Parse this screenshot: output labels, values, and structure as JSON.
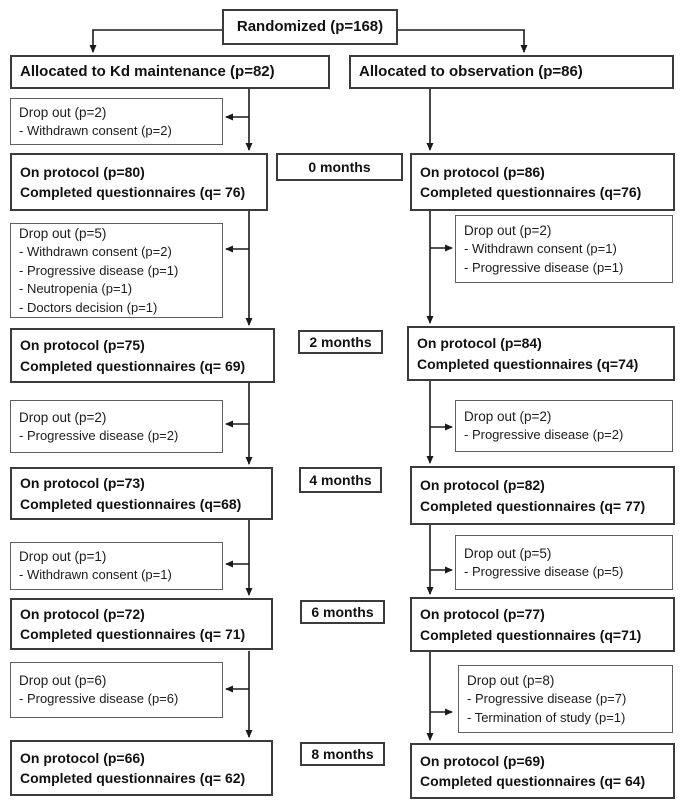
{
  "diagram": {
    "randomized": "Randomized (p=168)",
    "left_allocated": "Allocated to Kd maintenance (p=82)",
    "right_allocated": "Allocated to observation (p=86)",
    "months": [
      "0 months",
      "2 months",
      "4 months",
      "6 months",
      "8 months"
    ],
    "left": {
      "on_protocol": [
        {
          "line1": "On protocol (p=80)",
          "line2": "Completed questionnaires (q= 76)"
        },
        {
          "line1": "On protocol (p=75)",
          "line2": "Completed questionnaires (q= 69)"
        },
        {
          "line1": "On protocol (p=73)",
          "line2": "Completed questionnaires (q=68)"
        },
        {
          "line1": "On protocol (p=72)",
          "line2": "Completed questionnaires (q= 71)"
        },
        {
          "line1": "On protocol (p=66)",
          "line2": "Completed questionnaires (q= 62)"
        }
      ],
      "dropouts": [
        {
          "title": "Drop out (p=2)",
          "items": [
            "- Withdrawn consent (p=2)"
          ]
        },
        {
          "title": "Drop out (p=5)",
          "items": [
            "- Withdrawn consent (p=2)",
            "- Progressive disease (p=1)",
            "- Neutropenia (p=1)",
            "- Doctors decision (p=1)"
          ]
        },
        {
          "title": "Drop out (p=2)",
          "items": [
            "- Progressive disease (p=2)"
          ]
        },
        {
          "title": "Drop out (p=1)",
          "items": [
            "- Withdrawn consent (p=1)"
          ]
        },
        {
          "title": "Drop out (p=6)",
          "items": [
            "- Progressive disease (p=6)"
          ]
        }
      ]
    },
    "right": {
      "on_protocol": [
        {
          "line1": "On protocol (p=86)",
          "line2": "Completed questionnaires (q=76)"
        },
        {
          "line1": "On protocol (p=84)",
          "line2": "Completed questionnaires (q=74)"
        },
        {
          "line1": "On protocol (p=82)",
          "line2": "Completed questionnaires (q= 77)"
        },
        {
          "line1": "On protocol (p=77)",
          "line2": "Completed questionnaires (q=71)"
        },
        {
          "line1": "On protocol (p=69)",
          "line2": "Completed questionnaires (q= 64)"
        }
      ],
      "dropouts": [
        {
          "title": "Drop out (p=2)",
          "items": [
            "- Withdrawn consent (p=1)",
            "- Progressive disease (p=1)"
          ]
        },
        {
          "title": "Drop out (p=2)",
          "items": [
            "- Progressive disease (p=2)"
          ]
        },
        {
          "title": "Drop out (p=5)",
          "items": [
            "- Progressive disease (p=5)"
          ]
        },
        {
          "title": "Drop out (p=8)",
          "items": [
            "- Progressive disease (p=7)",
            "- Termination of study (p=1)"
          ]
        }
      ]
    },
    "colors": {
      "border_dark": "#3b3b3b",
      "border_light": "#5f5f5f",
      "line": "#1a1a1a"
    }
  }
}
